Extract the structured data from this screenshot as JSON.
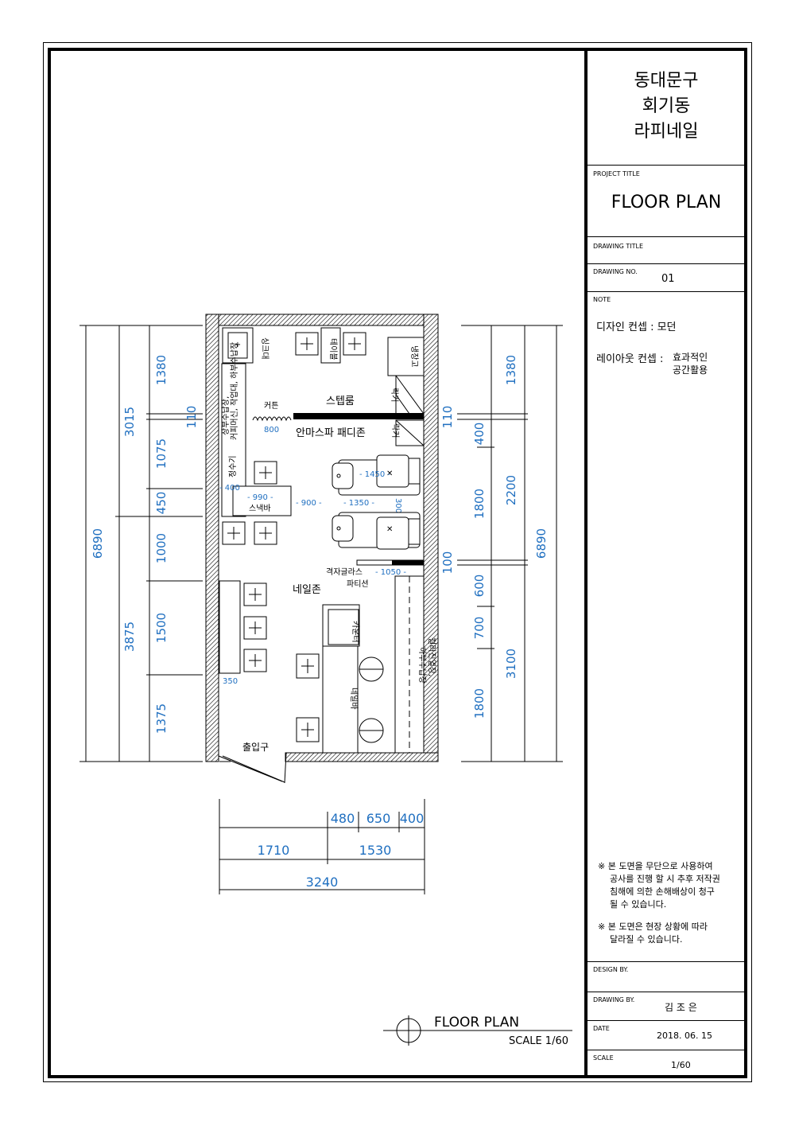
{
  "title_block": {
    "project_name_lines": [
      "동대문구",
      "회기동",
      "라피네일"
    ],
    "project_title_label": "PROJECT TITLE",
    "drawing_title_value": "FLOOR PLAN",
    "drawing_title_label": "DRAWING TITLE",
    "drawing_no_label": "DRAWING NO.",
    "drawing_no_value": "01",
    "note_label": "NOTE",
    "design_concept": "디자인 컨셉 : 모던",
    "layout_concept_label": "레이아웃 컨셉 :",
    "layout_concept_value_lines": [
      "효과적인",
      "공간활용"
    ],
    "warning_1_lines": [
      "※ 본 도면을 무단으로 사용하여",
      "공사를 진행 할 시 추후 저작권",
      "침해에 의한 손해배상이 청구",
      "될 수 있습니다."
    ],
    "warning_2_lines": [
      "※ 본 도면은 현장 상황에 따라",
      "달라질 수 있습니다."
    ],
    "design_by_label": "DESIGN BY.",
    "drawing_by_label": "DRAWING BY.",
    "drawing_by_value": "김 조 은",
    "date_label": "DATE",
    "date_value": "2018. 06. 15",
    "scale_label": "SCALE",
    "scale_value": "1/60"
  },
  "plan_title": {
    "title": "FLOOR PLAN",
    "scale": "SCALE 1/60"
  },
  "rooms": {
    "sink": "싱크대",
    "table": "테이블",
    "fridge": "냉장고",
    "step_room": "스텝룸",
    "locker_1": "락커",
    "curtain": "커튼",
    "curtain_dim": "800",
    "spa_zone": "안마스파 패디존",
    "locker_2": "락커",
    "upper_storage_left": "상부수납장,",
    "mid_storage_left": "커피머신, 작업대, 하부수납장",
    "water_purifier": "정수기",
    "snack_bar": "스낵바",
    "glass_partition_1": "격자글라스",
    "glass_partition_2": "파티션",
    "nail_zone": "네일존",
    "counter": "카운터",
    "nail_bar": "네일바",
    "color_display_1": "컬러진열장,",
    "color_display_2": "하부수납장",
    "entrance": "출입구"
  },
  "inner_dims": {
    "d400": "- 400",
    "d990": "- 990 -",
    "d900": "- 900 -",
    "d1350": "- 1350 -",
    "d1450": "- 1450 -",
    "d300": "300-",
    "d1050": "- 1050 -",
    "d350": "350"
  },
  "left_dims": {
    "outer_total": "6890",
    "mid_top": "3015",
    "mid_bottom": "3875",
    "inner": [
      "1380",
      "110",
      "1075",
      "450",
      "1000",
      "1500",
      "1375"
    ]
  },
  "right_dims": {
    "outer_total": "6890",
    "mid": [
      "1380",
      "110",
      "2200",
      "100",
      "3100"
    ],
    "inner": [
      "400",
      "1800",
      "600",
      "700",
      "1800"
    ]
  },
  "bottom_dims": {
    "row1": [
      "480",
      "650",
      "400"
    ],
    "row2": [
      "1710",
      "1530"
    ],
    "row3": "3240"
  },
  "colors": {
    "dimension_blue": "#1f6fc0",
    "line": "#000000"
  }
}
